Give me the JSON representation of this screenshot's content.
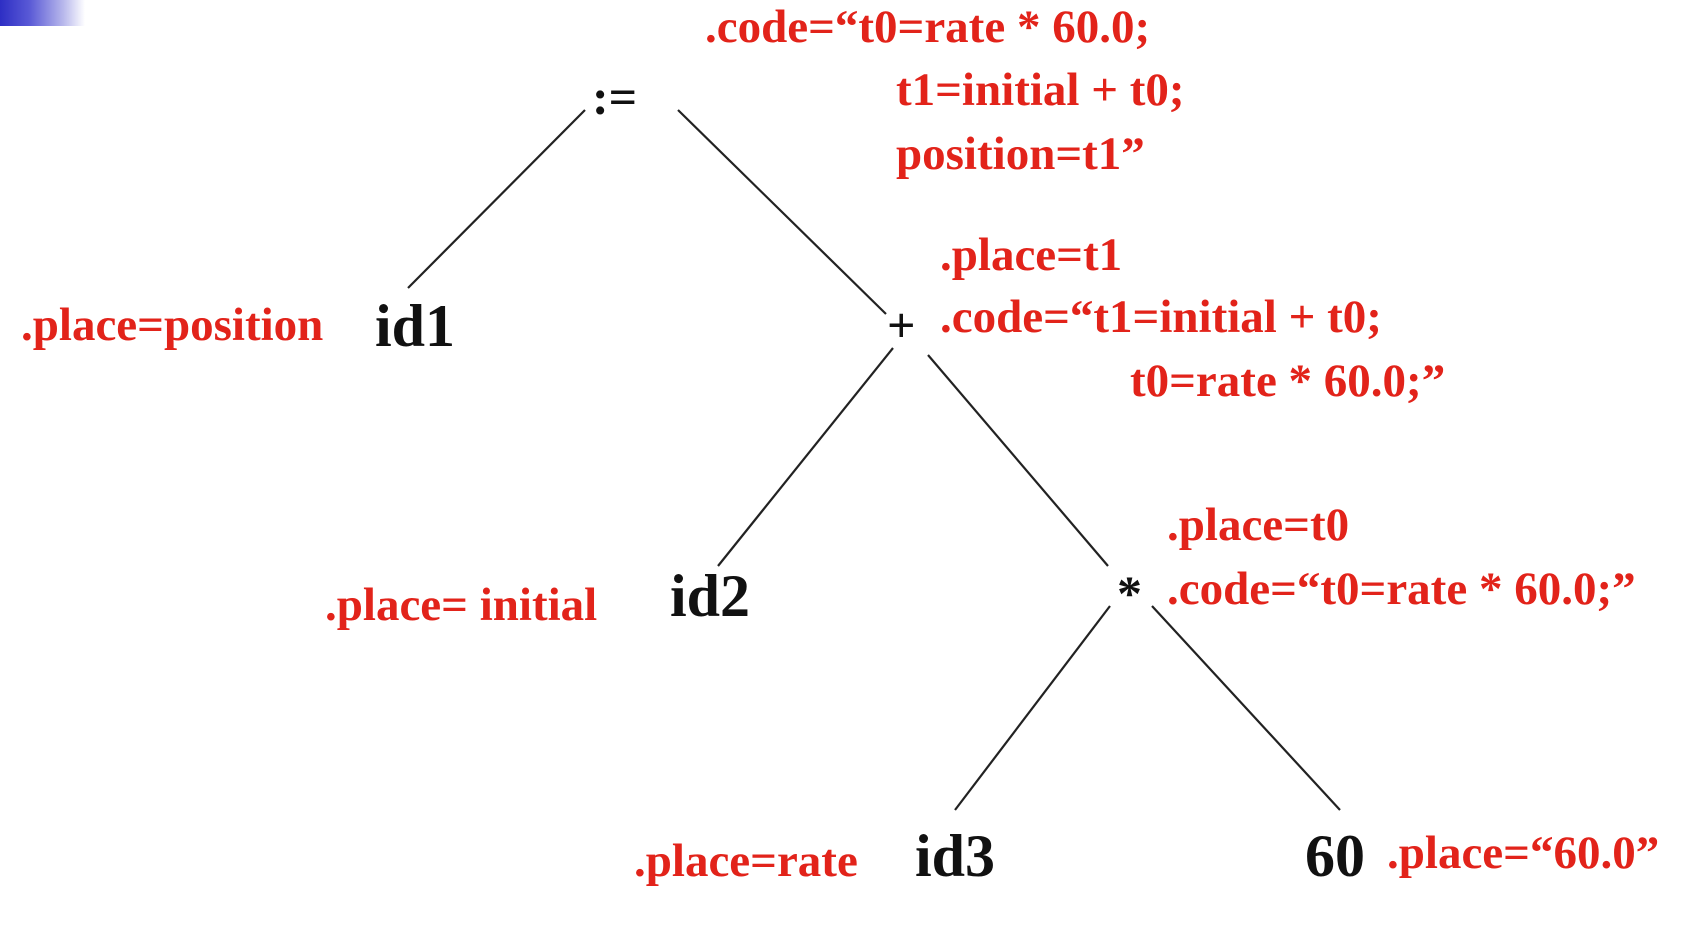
{
  "colors": {
    "attribute_text": "#e2231a",
    "node_text": "#111111",
    "edge": "#222222",
    "corner_accent": "#2d2ec4"
  },
  "nodes": {
    "assign": ":=",
    "plus": "+",
    "times": "*",
    "id1": "id1",
    "id2": "id2",
    "id3": "id3",
    "num60": "60"
  },
  "attributes": {
    "assign_code": [
      ".code=“t0=rate * 60.0;",
      "t1=initial + t0;",
      "position=t1”"
    ],
    "plus_place": ".place=t1",
    "plus_code": [
      ".code=“t1=initial + t0;",
      "t0=rate * 60.0;”"
    ],
    "times_place": ".place=t0",
    "times_code": ".code=“t0=rate * 60.0;”",
    "id1_place": ".place=position",
    "id2_place": ".place= initial",
    "id3_place": ".place=rate",
    "num60_place": ".place=“60.0”"
  }
}
